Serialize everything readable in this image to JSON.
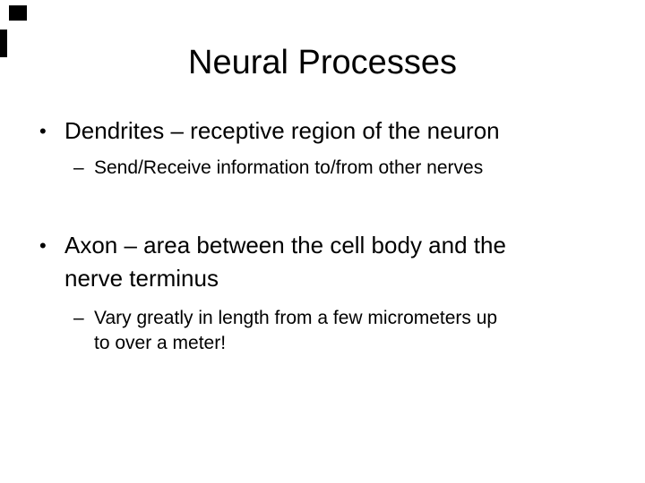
{
  "slide": {
    "title": "Neural Processes",
    "background_color": "#ffffff",
    "text_color": "#000000",
    "corner_mark_color": "#000000",
    "bullets": [
      {
        "level": 1,
        "marker": "•",
        "lines": [
          "Dendrites – receptive region of the neuron"
        ]
      },
      {
        "level": 2,
        "marker": "–",
        "lines": [
          "Send/Receive information to/from other nerves"
        ]
      },
      {
        "level": 1,
        "marker": "•",
        "lines": [
          "Axon – area between the cell body and the",
          "nerve terminus"
        ]
      },
      {
        "level": 2,
        "marker": "–",
        "lines": [
          "Vary greatly in length from a few micrometers up",
          "to over a meter!"
        ]
      }
    ]
  }
}
